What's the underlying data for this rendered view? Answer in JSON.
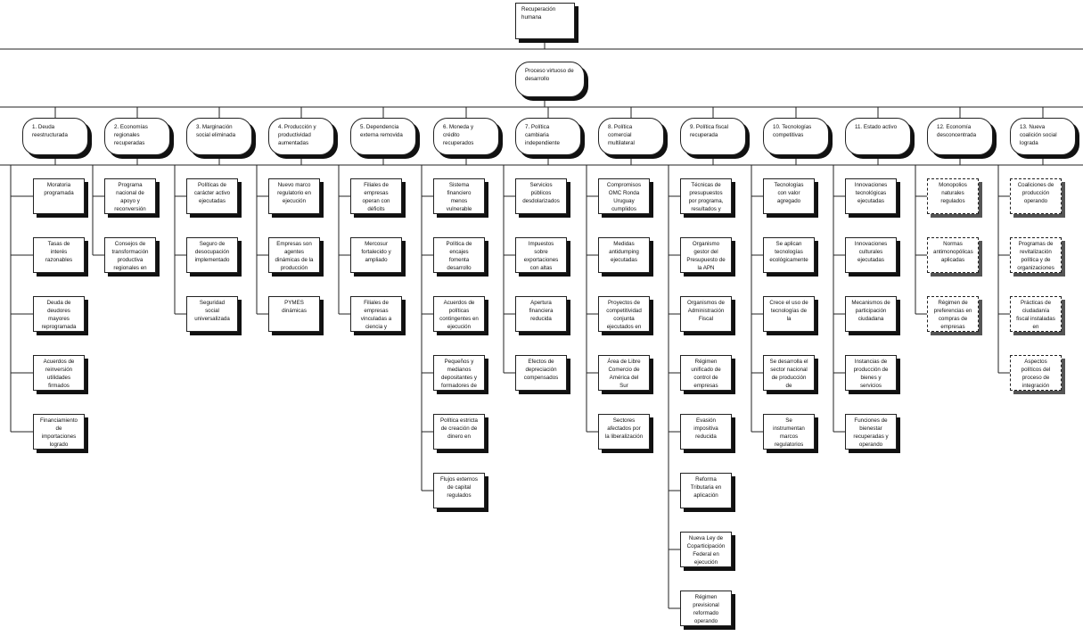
{
  "root": {
    "label": "Recuperación humana"
  },
  "process": {
    "label": "Proceso virtuoso de desarrollo"
  },
  "columns": [
    {
      "title": "1. Deuda reestructurada",
      "items": [
        "Moratoria programada",
        "Tasas de interés razonables",
        "Deuda de deudores mayores reprogramada",
        "Acuerdos de reinversión utilidades firmados",
        "Financiamiento de importaciones logrado"
      ]
    },
    {
      "title": "2. Economías regionales recuperadas",
      "items": [
        "Programa nacional de apoyo y reconversión",
        "Consejos de transformación productiva regionales en"
      ]
    },
    {
      "title": "3. Marginación social eliminada",
      "items": [
        "Políticas de carácter activo ejecutadas",
        "Seguro de desocupación implementado",
        "Seguridad social universalizada"
      ]
    },
    {
      "title": "4. Producción y productividad aumentadas",
      "items": [
        "Nuevo marco regulatorio en ejecución",
        "Empresas son agentes dinámicas de la producción",
        "PYMES dinámicas"
      ]
    },
    {
      "title": "5. Dependencia externa removida",
      "items": [
        "Filiales de empresas operan con déficits operativos en",
        "Mercosur fortalecido y ampliado",
        "Filiales de empresas vinculadas a ciencia y"
      ]
    },
    {
      "title": "6. Moneda y crédito recuperados",
      "items": [
        "Sistema financiero menos vulnerable",
        "Política de encajes fomenta desarrollo",
        "Acuerdos de políticas contingentes en ejecución",
        "Pequeños y medianos depositantes y formadores de",
        "Política estricta de creación de dinero en",
        "Flujos externos de capital regulados"
      ]
    },
    {
      "title": "7. Política cambiaria independiente",
      "items": [
        "Servicios públicos desdolarizados",
        "Impuestos sobre exportaciones con altas",
        "Apertura financiera reducida",
        "Efectos de depreciación compensados"
      ]
    },
    {
      "title": "8. Política comercial multilateral",
      "items": [
        "Compromisos OMC Ronda Uruguay cumplidos",
        "Medidas antidumping ejecutadas",
        "Proyectos de competitividad conjunta ejecutados en",
        "Área de Libre Comercio de América del Sur",
        "Sectores afectados por la liberalización"
      ]
    },
    {
      "title": "9. Política fiscal recuperada",
      "items": [
        "Técnicas de presupuestos por programa, resultados y",
        "Organismo gestor del Presupuesto de la APN",
        "Organismos de Administración Fiscal",
        "Régimen unificado de control de empresas",
        "Evasión impositiva reducida",
        "Reforma Tributaria en aplicación",
        "Nueva Ley de Coparticipación Federal en ejecución",
        "Régimen previsional reformado operando"
      ]
    },
    {
      "title": "10. Tecnologías competitivas",
      "items": [
        "Tecnologías con valor agregado",
        "Se aplican tecnologías ecológicamente",
        "Crece el uso de tecnologías de la",
        "Se desarrolla el sector nacional de producción de",
        "Se instrumentan marcos regulatorios"
      ]
    },
    {
      "title": "11. Estado activo",
      "items": [
        "Innovaciones tecnológicas ejecutadas",
        "Innovaciones culturales ejecutadas",
        "Mecanismos de participación ciudadana",
        "Instancias de producción de bienes y servicios",
        "Funciones de bienestar recuperadas y operando"
      ]
    },
    {
      "title": "12. Economía desconcentrada",
      "items": [
        "Monopolios naturales regulados",
        "Normas antimonopólicas aplicadas",
        "Régimen de preferencias en compras de empresas"
      ]
    },
    {
      "title": "13. Nueva coalición social lograda",
      "items": [
        "Coaliciones de producción operando",
        "Programas de revitalización política y de organizaciones",
        "Prácticas de ciudadanía fiscal instaladas en",
        "Aspectos políticos del proceso de integración"
      ]
    }
  ]
}
